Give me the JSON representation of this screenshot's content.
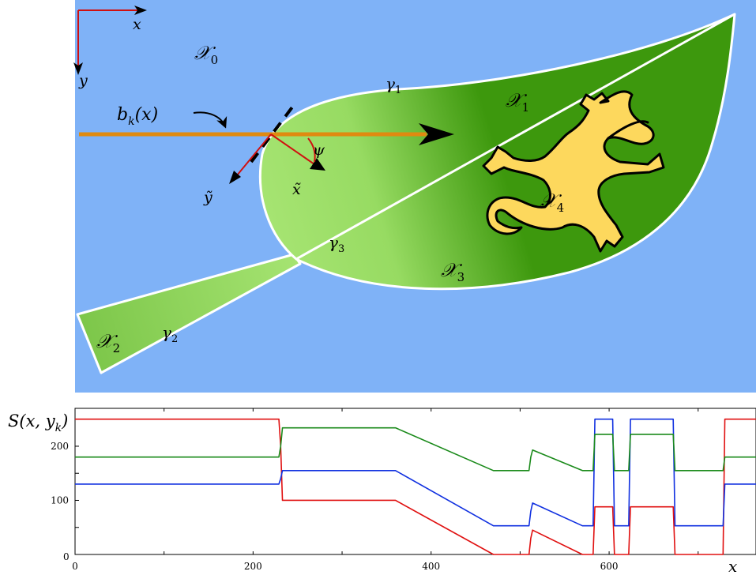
{
  "diagram": {
    "colors": {
      "background": "#7fb2f7",
      "leaf_light": "#a6e472",
      "leaf_dark": "#3d980d",
      "leaf_outline": "#ffffff",
      "gecko": "#fdd85d",
      "beam": "#e08a10",
      "frame_axes": "#d01010"
    },
    "labels": {
      "x_axis": "x",
      "y_axis": "y",
      "region_0": "𝒳",
      "region_0_sub": "0",
      "region_1": "𝒳",
      "region_1_sub": "1",
      "region_2": "𝒳",
      "region_2_sub": "2",
      "region_3": "𝒳",
      "region_3_sub": "3",
      "region_4": "𝒳",
      "region_4_sub": "4",
      "gamma_1": "γ",
      "gamma_1_sub": "1",
      "gamma_2": "γ",
      "gamma_2_sub": "2",
      "gamma_3": "γ",
      "gamma_3_sub": "3",
      "beam": "b",
      "beam_sub": "k",
      "beam_arg": "(x)",
      "x_tilde": "x̃",
      "y_tilde": "ỹ",
      "psi": "ψ"
    }
  },
  "chart_data": {
    "type": "line",
    "ylabel": "S(x, y",
    "ylabel_sub": "k",
    "ylabel_close": ")",
    "xlabel": "x",
    "xlim": [
      0,
      765
    ],
    "ylim": [
      0,
      270
    ],
    "x_ticks": [
      0,
      200,
      400,
      600
    ],
    "y_ticks": [
      100,
      200
    ],
    "y_origin_label": "0",
    "series": [
      {
        "color": "#e01010",
        "x": [
          0,
          229,
          231,
          233,
          360,
          470,
          510,
          512,
          514,
          570,
          582,
          584,
          590,
          604,
          606,
          612,
          622,
          624,
          630,
          672,
          674,
          680,
          728,
          730,
          736,
          765
        ],
        "y": [
          250,
          250,
          200,
          100,
          100,
          0,
          0,
          30,
          45,
          0,
          0,
          88,
          88,
          88,
          0,
          0,
          0,
          88,
          88,
          88,
          0,
          0,
          0,
          250,
          250,
          250
        ]
      },
      {
        "color": "#1030e0",
        "x": [
          0,
          229,
          231,
          233,
          360,
          470,
          510,
          512,
          514,
          570,
          582,
          584,
          590,
          604,
          606,
          612,
          622,
          624,
          630,
          672,
          674,
          680,
          728,
          730,
          736,
          765
        ],
        "y": [
          130,
          130,
          140,
          155,
          155,
          53,
          53,
          80,
          95,
          53,
          53,
          250,
          250,
          250,
          53,
          53,
          53,
          250,
          250,
          250,
          53,
          53,
          53,
          130,
          130,
          130
        ]
      },
      {
        "color": "#1a8a1a",
        "x": [
          0,
          229,
          231,
          233,
          360,
          470,
          510,
          512,
          514,
          570,
          582,
          584,
          590,
          604,
          606,
          612,
          622,
          624,
          630,
          672,
          674,
          680,
          728,
          730,
          736,
          765
        ],
        "y": [
          180,
          180,
          200,
          234,
          234,
          155,
          155,
          180,
          193,
          155,
          155,
          222,
          222,
          222,
          155,
          155,
          155,
          222,
          222,
          222,
          155,
          155,
          155,
          180,
          180,
          180
        ]
      }
    ]
  }
}
